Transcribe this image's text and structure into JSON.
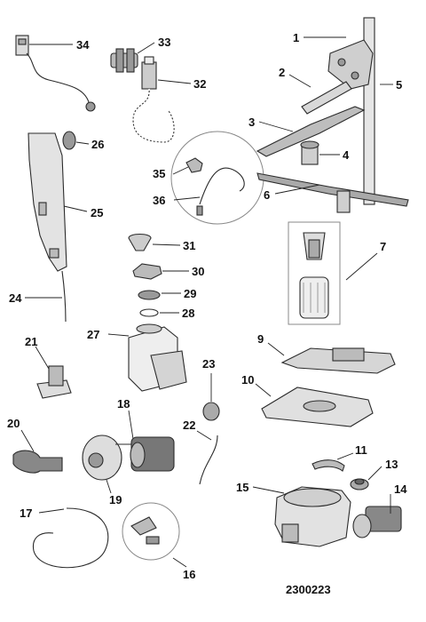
{
  "diagram_id": "2300223",
  "callouts": [
    {
      "n": "1"
    },
    {
      "n": "2"
    },
    {
      "n": "3"
    },
    {
      "n": "4"
    },
    {
      "n": "5"
    },
    {
      "n": "6"
    },
    {
      "n": "7"
    },
    {
      "n": "9"
    },
    {
      "n": "10"
    },
    {
      "n": "11"
    },
    {
      "n": "13"
    },
    {
      "n": "14"
    },
    {
      "n": "15"
    },
    {
      "n": "16"
    },
    {
      "n": "17"
    },
    {
      "n": "18"
    },
    {
      "n": "19"
    },
    {
      "n": "20"
    },
    {
      "n": "21"
    },
    {
      "n": "22"
    },
    {
      "n": "23"
    },
    {
      "n": "24"
    },
    {
      "n": "25"
    },
    {
      "n": "26"
    },
    {
      "n": "27"
    },
    {
      "n": "28"
    },
    {
      "n": "29"
    },
    {
      "n": "30"
    },
    {
      "n": "31"
    },
    {
      "n": "32"
    },
    {
      "n": "33"
    },
    {
      "n": "34"
    },
    {
      "n": "35"
    },
    {
      "n": "36"
    }
  ]
}
